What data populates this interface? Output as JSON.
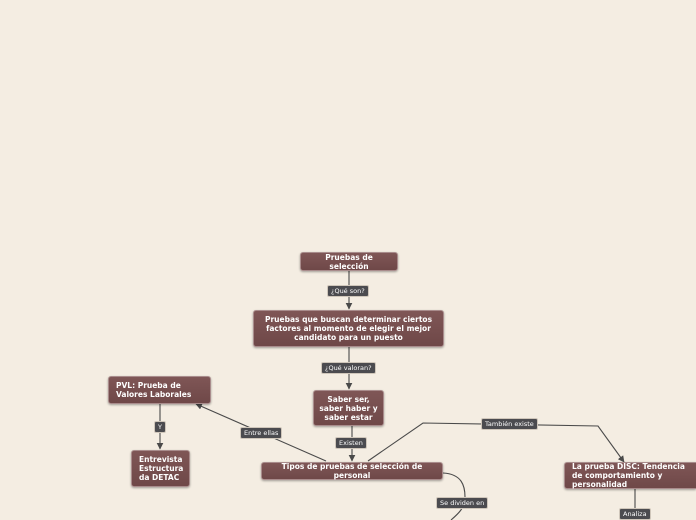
{
  "nodes": {
    "root": "Pruebas de selección",
    "definition": "Pruebas que buscan determinar ciertos factores al momento de elegir el mejor candidato para un puesto",
    "values": "Saber ser, saber haber y saber estar",
    "types": "Tipos de pruebas de selección de personal",
    "pvl": "PVL: Prueba de Valores Laborales",
    "detac": "Entrevista Estructura da DETAC",
    "disc": "La prueba DISC: Tendencia de comportamiento y personalidad"
  },
  "edge_labels": {
    "que_son": "¿Qué son?",
    "que_valoran": "¿Qué valoran?",
    "existen": "Existen",
    "entre_ellas": "Entre ellas",
    "y": "Y",
    "tambien_existe": "También existe",
    "se_dividen_en": "Se dividen en",
    "analiza": "Analiza"
  },
  "colors": {
    "background": "#f4ede2",
    "node_fill": "#764f4f",
    "label_fill": "#4b4b4f",
    "connector": "#4a4a4a"
  }
}
